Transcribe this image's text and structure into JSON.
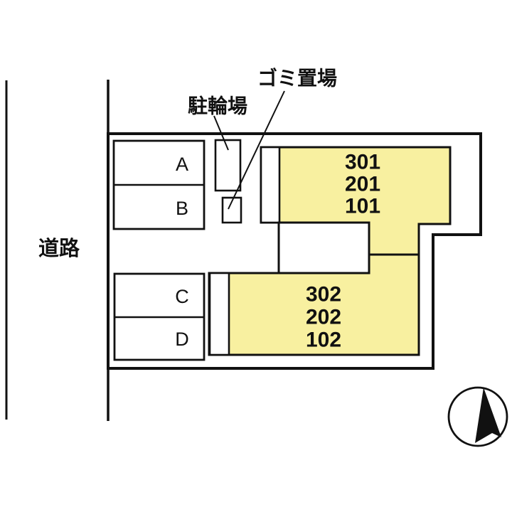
{
  "road": {
    "label": "道路"
  },
  "annotations": {
    "bicycle_parking": {
      "label": "駐輪場"
    },
    "garbage_area": {
      "label": "ゴミ置場"
    }
  },
  "buildings": {
    "upper": {
      "units": [
        "301",
        "201",
        "101"
      ]
    },
    "lower": {
      "units": [
        "302",
        "202",
        "102"
      ]
    }
  },
  "parking": {
    "stalls": [
      "A",
      "B",
      "C",
      "D"
    ]
  },
  "compass": {
    "icon": "north-arrow"
  },
  "colors": {
    "building_fill": "#F8F0A0",
    "line": "#111111",
    "background": "#FFFFFF"
  }
}
